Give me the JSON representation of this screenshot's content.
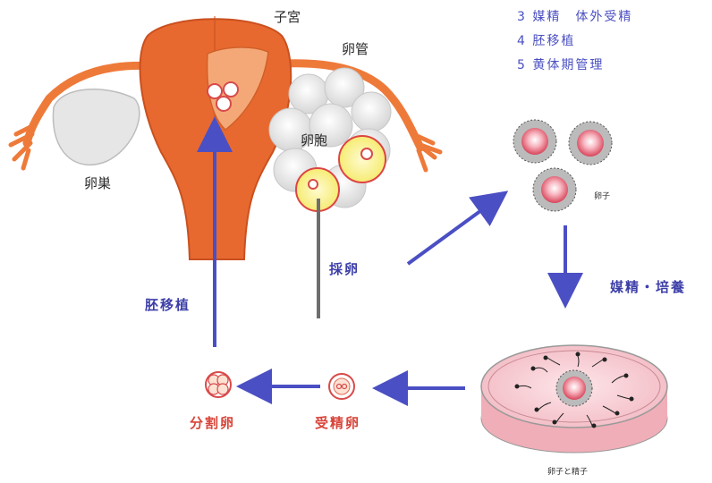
{
  "steps": [
    "3 媒精　体外受精",
    "4 胚移植",
    "5 黄体期管理"
  ],
  "labels": {
    "uterus": "子宮",
    "oviduct": "卵管",
    "follicle": "卵胞",
    "ovary": "卵巣",
    "egg_retrieval": "採卵",
    "embryo_transfer": "胚移植",
    "oocyte": "卵子",
    "insemination_culture": "媒精・培養",
    "egg_and_sperm": "卵子と精子",
    "fertilized_egg": "受精卵",
    "cleaved_egg": "分割卵"
  },
  "colors": {
    "uterus": "#e8692f",
    "arrow": "#4b4fc4",
    "egg": "#d84a4a",
    "dish": "#f3c6cc"
  }
}
